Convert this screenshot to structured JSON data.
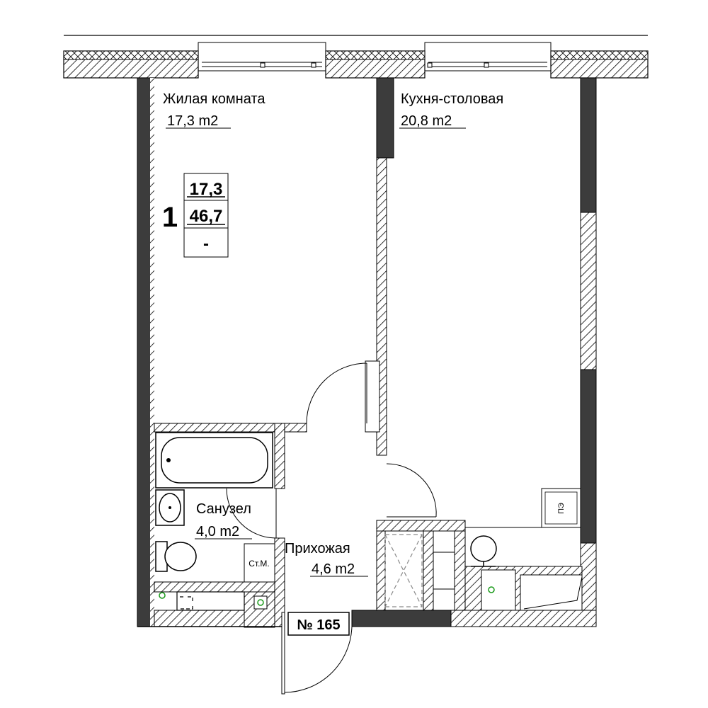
{
  "rooms": {
    "living": {
      "name": "Жилая комната",
      "area": "17,3 m2"
    },
    "kitchen": {
      "name": "Кухня-столовая",
      "area": "20,8 m2"
    },
    "bathroom": {
      "name": "Санузел",
      "area": "4,0 m2"
    },
    "hallway": {
      "name": "Прихожая",
      "area": "4,6 m2"
    }
  },
  "summary": {
    "rooms_count": "1",
    "living_area": "17,3",
    "total_area": "46,7",
    "balcony": "-"
  },
  "apartment": {
    "number": "№ 165"
  },
  "fixtures": {
    "riser": "Ст.М.",
    "electric_panel": "ПЭ"
  },
  "colors": {
    "wall": "#3c3c3c",
    "hatch": "#000000",
    "line": "#000000",
    "dashed": "#8a8a8a",
    "sensor": "#1a9a1a"
  }
}
